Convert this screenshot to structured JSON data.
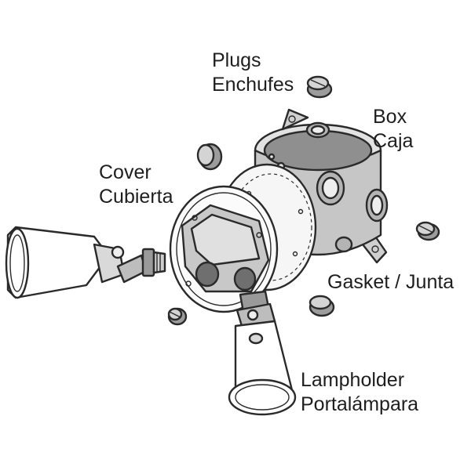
{
  "labels": {
    "plugs": {
      "en": "Plugs",
      "es": "Enchufes"
    },
    "box": {
      "en": "Box",
      "es": "Caja"
    },
    "cover": {
      "en": "Cover",
      "es": "Cubierta"
    },
    "gasket": {
      "en": "Gasket / Junta"
    },
    "lampholder": {
      "en": "Lampholder",
      "es": "Portalámpara"
    }
  },
  "colors": {
    "line": "#2a2a2a",
    "fill_light": "#f4f4f4",
    "fill_mid": "#d7d7d7",
    "fill_dark": "#a9a9a9",
    "background": "#ffffff"
  }
}
